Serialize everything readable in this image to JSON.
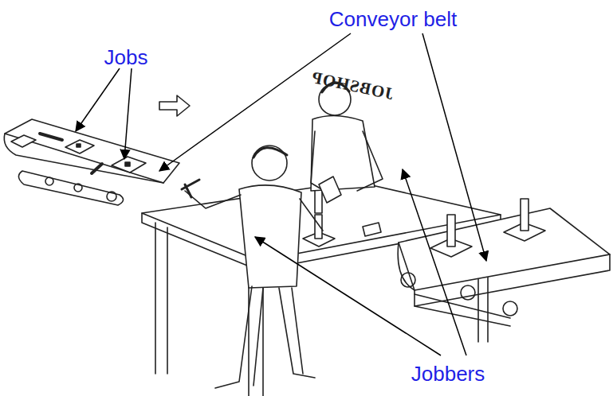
{
  "diagram": {
    "labels": [
      "Conveyor belt",
      "Jobs",
      "Jobbers",
      "JOBSHOP"
    ]
  }
}
